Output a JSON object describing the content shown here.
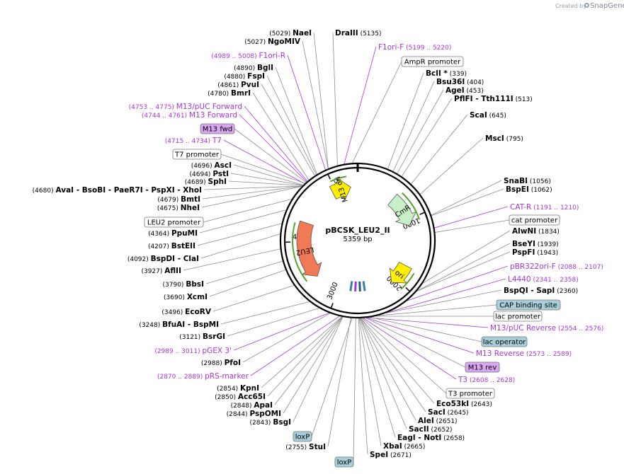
{
  "credit": {
    "prefix": "Created by",
    "brand": "SnapGene"
  },
  "plasmid": {
    "name": "pBCSK_LEU2_II",
    "length_label": "5359 bp",
    "length": 5359
  },
  "ring_ticks": [
    "1000",
    "2000",
    "3000",
    "4000",
    "5000"
  ],
  "features": [
    {
      "id": "cmr",
      "label": "CmR",
      "start": 600,
      "end": 1100,
      "dir": "cw",
      "color": "#c8f0c8"
    },
    {
      "id": "ori",
      "label": "ori",
      "start": 1750,
      "end": 2100,
      "dir": "cw",
      "color": "#ffee00"
    },
    {
      "id": "leu2",
      "label": "LEU2",
      "start": 3400,
      "end": 4300,
      "dir": "ccw",
      "color": "#f07a55"
    },
    {
      "id": "m13ori",
      "label": "M13 ori",
      "start": 4950,
      "end": 5250,
      "dir": "cw",
      "color": "#ffee00"
    }
  ],
  "enzymes_left": [
    {
      "pos": "(5029)",
      "name": "NaeI"
    },
    {
      "pos": "(5027)",
      "name": "NgoMIV"
    },
    {
      "pos": "(4890)",
      "name": "BglI"
    },
    {
      "pos": "(4880)",
      "name": "FspI"
    },
    {
      "pos": "(4861)",
      "name": "PvuI"
    },
    {
      "pos": "(4780)",
      "name": "BmrI"
    },
    {
      "pos": "(4696)",
      "name": "AscI"
    },
    {
      "pos": "(4694)",
      "name": "PstI"
    },
    {
      "pos": "(4689)",
      "name": "SphI"
    },
    {
      "pos": "(4679)",
      "name": "BmtI"
    },
    {
      "pos": "(4675)",
      "name": "NheI"
    },
    {
      "pos": "(4364)",
      "name": "PpuMI"
    },
    {
      "pos": "(4207)",
      "name": "BstEII"
    },
    {
      "pos": "(3927)",
      "name": "AflII"
    },
    {
      "pos": "(3790)",
      "name": "BbsI"
    },
    {
      "pos": "(3690)",
      "name": "XcmI"
    },
    {
      "pos": "(3496)",
      "name": "EcoRV"
    },
    {
      "pos": "(3121)",
      "name": "BsrGI"
    },
    {
      "pos": "(2988)",
      "name": "PfoI"
    },
    {
      "pos": "(2854)",
      "name": "KpnI"
    },
    {
      "pos": "(2850)",
      "name": "Acc65I"
    },
    {
      "pos": "(2848)",
      "name": "ApaI"
    },
    {
      "pos": "(2844)",
      "name": "PspOMI"
    },
    {
      "pos": "(2843)",
      "name": "BsgI"
    },
    {
      "pos": "(2755)",
      "name": "StuI"
    }
  ],
  "enzymes_multi_left": [
    {
      "pos": "(4680)",
      "name": "AvaI - BsoBI - PaeR7I - PspXI - XhoI"
    },
    {
      "pos": "(4092)",
      "name": "BspDI - ClaI"
    },
    {
      "pos": "(3248)",
      "name": "BfuAI - BspMI"
    }
  ],
  "enzymes_right": [
    {
      "name": "DraIII",
      "pos": "(5135)"
    },
    {
      "name": "BclI *",
      "pos": "(339)"
    },
    {
      "name": "Bsu36I",
      "pos": "(404)"
    },
    {
      "name": "AgeI",
      "pos": "(453)"
    },
    {
      "name": "PflFI - Tth111I",
      "pos": "(513)"
    },
    {
      "name": "ScaI",
      "pos": "(645)"
    },
    {
      "name": "MscI",
      "pos": "(795)"
    },
    {
      "name": "SnaBI",
      "pos": "(1056)"
    },
    {
      "name": "BspEI",
      "pos": "(1062)"
    },
    {
      "name": "AlwNI",
      "pos": "(1834)"
    },
    {
      "name": "BseYI",
      "pos": "(1939)"
    },
    {
      "name": "PspFI",
      "pos": "(1943)"
    },
    {
      "name": "BspQI - SapI",
      "pos": "(2360)"
    },
    {
      "name": "Eco53kI",
      "pos": "(2643)"
    },
    {
      "name": "SacI",
      "pos": "(2645)"
    },
    {
      "name": "AleI",
      "pos": "(2651)"
    },
    {
      "name": "SacII",
      "pos": "(2652)"
    },
    {
      "name": "EagI - NotI",
      "pos": "(2658)"
    },
    {
      "name": "XbaI",
      "pos": "(2665)"
    },
    {
      "name": "SpeI",
      "pos": "(2671)"
    }
  ],
  "primers_left": [
    {
      "range": "(4989 .. 5008)",
      "name": "F1ori-R"
    },
    {
      "range": "(4753 .. 4775)",
      "name": "M13/pUC Forward"
    },
    {
      "range": "(4744 .. 4761)",
      "name": "M13 Forward"
    },
    {
      "range": "(4715 .. 4734)",
      "name": "T7"
    },
    {
      "range": "(2989 .. 3011)",
      "name": "pGEX 3'"
    },
    {
      "range": "(2870 .. 2889)",
      "name": "pRS-marker"
    }
  ],
  "primers_right": [
    {
      "name": "F1ori-F",
      "range": "(5199 .. 5220)"
    },
    {
      "name": "CAT-R",
      "range": "(1191 .. 1210)"
    },
    {
      "name": "pBR322ori-F",
      "range": "(2088 .. 2107)"
    },
    {
      "name": "L4440",
      "range": "(2341 .. 2358)"
    },
    {
      "name": "M13/pUC Reverse",
      "range": "(2554 .. 2576)"
    },
    {
      "name": "M13 Reverse",
      "range": "(2573 .. 2589)"
    },
    {
      "name": "T3",
      "range": "(2608 .. 2628)"
    }
  ],
  "boxes": [
    {
      "text": "AmpR promoter",
      "style": "white"
    },
    {
      "text": "M13 fwd",
      "style": "purple"
    },
    {
      "text": "T7 promoter",
      "style": "white"
    },
    {
      "text": "LEU2 promoter",
      "style": "white"
    },
    {
      "text": "cat promoter",
      "style": "white"
    },
    {
      "text": "CAP binding site",
      "style": "teal"
    },
    {
      "text": "lac promoter",
      "style": "white"
    },
    {
      "text": "lac operator",
      "style": "teal"
    },
    {
      "text": "M13 rev",
      "style": "purple"
    },
    {
      "text": "T3 promoter",
      "style": "white"
    },
    {
      "text": "loxP",
      "style": "teal"
    },
    {
      "text": "loxP",
      "style": "teal"
    }
  ],
  "colors": {
    "enzyme": "#000000",
    "primer": "#a435d8",
    "leader": "#8c8c8c",
    "primer_leader": "#a435d8",
    "box_white": "#ffffff",
    "box_purple": "#d9a6f0",
    "box_teal": "#a8cfd8",
    "ring": "#000000"
  }
}
